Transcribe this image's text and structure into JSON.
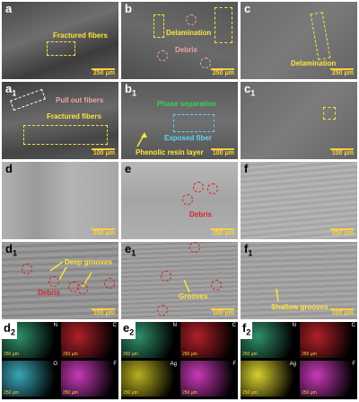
{
  "figure": {
    "panels": [
      {
        "id": "a",
        "letter": "a",
        "sub": "",
        "scale": "250 μm",
        "labels": [
          "Fractured fibers"
        ]
      },
      {
        "id": "b",
        "letter": "b",
        "sub": "",
        "scale": "250 μm",
        "labels": [
          "Delamination",
          "Debris"
        ]
      },
      {
        "id": "c",
        "letter": "c",
        "sub": "",
        "scale": "250 μm",
        "labels": [
          "Delamination"
        ]
      },
      {
        "id": "a1",
        "letter": "a",
        "sub": "1",
        "scale": "100 μm",
        "labels": [
          "Pull out fibers",
          "Fractured fibers"
        ]
      },
      {
        "id": "b1",
        "letter": "b",
        "sub": "1",
        "scale": "100 μm",
        "labels": [
          "Phase separation",
          "Exposed fiber",
          "Phenolic resin layer"
        ]
      },
      {
        "id": "c1",
        "letter": "c",
        "sub": "1",
        "scale": "100 μm",
        "labels": []
      },
      {
        "id": "d",
        "letter": "d",
        "sub": "",
        "scale": "250 μm",
        "labels": []
      },
      {
        "id": "e",
        "letter": "e",
        "sub": "",
        "scale": "250 μm",
        "labels": [
          "Debris"
        ]
      },
      {
        "id": "f",
        "letter": "f",
        "sub": "",
        "scale": "250 μm",
        "labels": []
      },
      {
        "id": "d1",
        "letter": "d",
        "sub": "1",
        "scale": "100 μm",
        "labels": [
          "Deep grooves",
          "Debris"
        ]
      },
      {
        "id": "e1",
        "letter": "e",
        "sub": "1",
        "scale": "100 μm",
        "labels": [
          "Grooves"
        ]
      },
      {
        "id": "f1",
        "letter": "f",
        "sub": "1",
        "scale": "100 μm",
        "labels": [
          "Shallow grooves"
        ]
      }
    ],
    "eds": [
      {
        "id": "d2",
        "letter": "d",
        "sub": "2",
        "maps": [
          {
            "element": "N",
            "scale": "250 μm",
            "color": "#2f8f6a"
          },
          {
            "element": "C",
            "scale": "250 μm",
            "color": "#b0202a"
          },
          {
            "element": "O",
            "scale": "250 μm",
            "color": "#3aa6b8"
          },
          {
            "element": "F",
            "scale": "250 μm",
            "color": "#c83ab8"
          }
        ]
      },
      {
        "id": "e2",
        "letter": "e",
        "sub": "2",
        "maps": [
          {
            "element": "N",
            "scale": "250 μm",
            "color": "#2f8f6a"
          },
          {
            "element": "C",
            "scale": "250 μm",
            "color": "#b0202a"
          },
          {
            "element": "Ag",
            "scale": "250 μm",
            "color": "#b8b020"
          },
          {
            "element": "F",
            "scale": "250 μm",
            "color": "#c83ab8"
          }
        ]
      },
      {
        "id": "f2",
        "letter": "f",
        "sub": "2",
        "maps": [
          {
            "element": "N",
            "scale": "250 μm",
            "color": "#2f8f6a"
          },
          {
            "element": "C",
            "scale": "250 μm",
            "color": "#b0202a"
          },
          {
            "element": "Ag",
            "scale": "250 μm",
            "color": "#d8d030"
          },
          {
            "element": "F",
            "scale": "250 μm",
            "color": "#c83ab8"
          }
        ]
      }
    ]
  }
}
